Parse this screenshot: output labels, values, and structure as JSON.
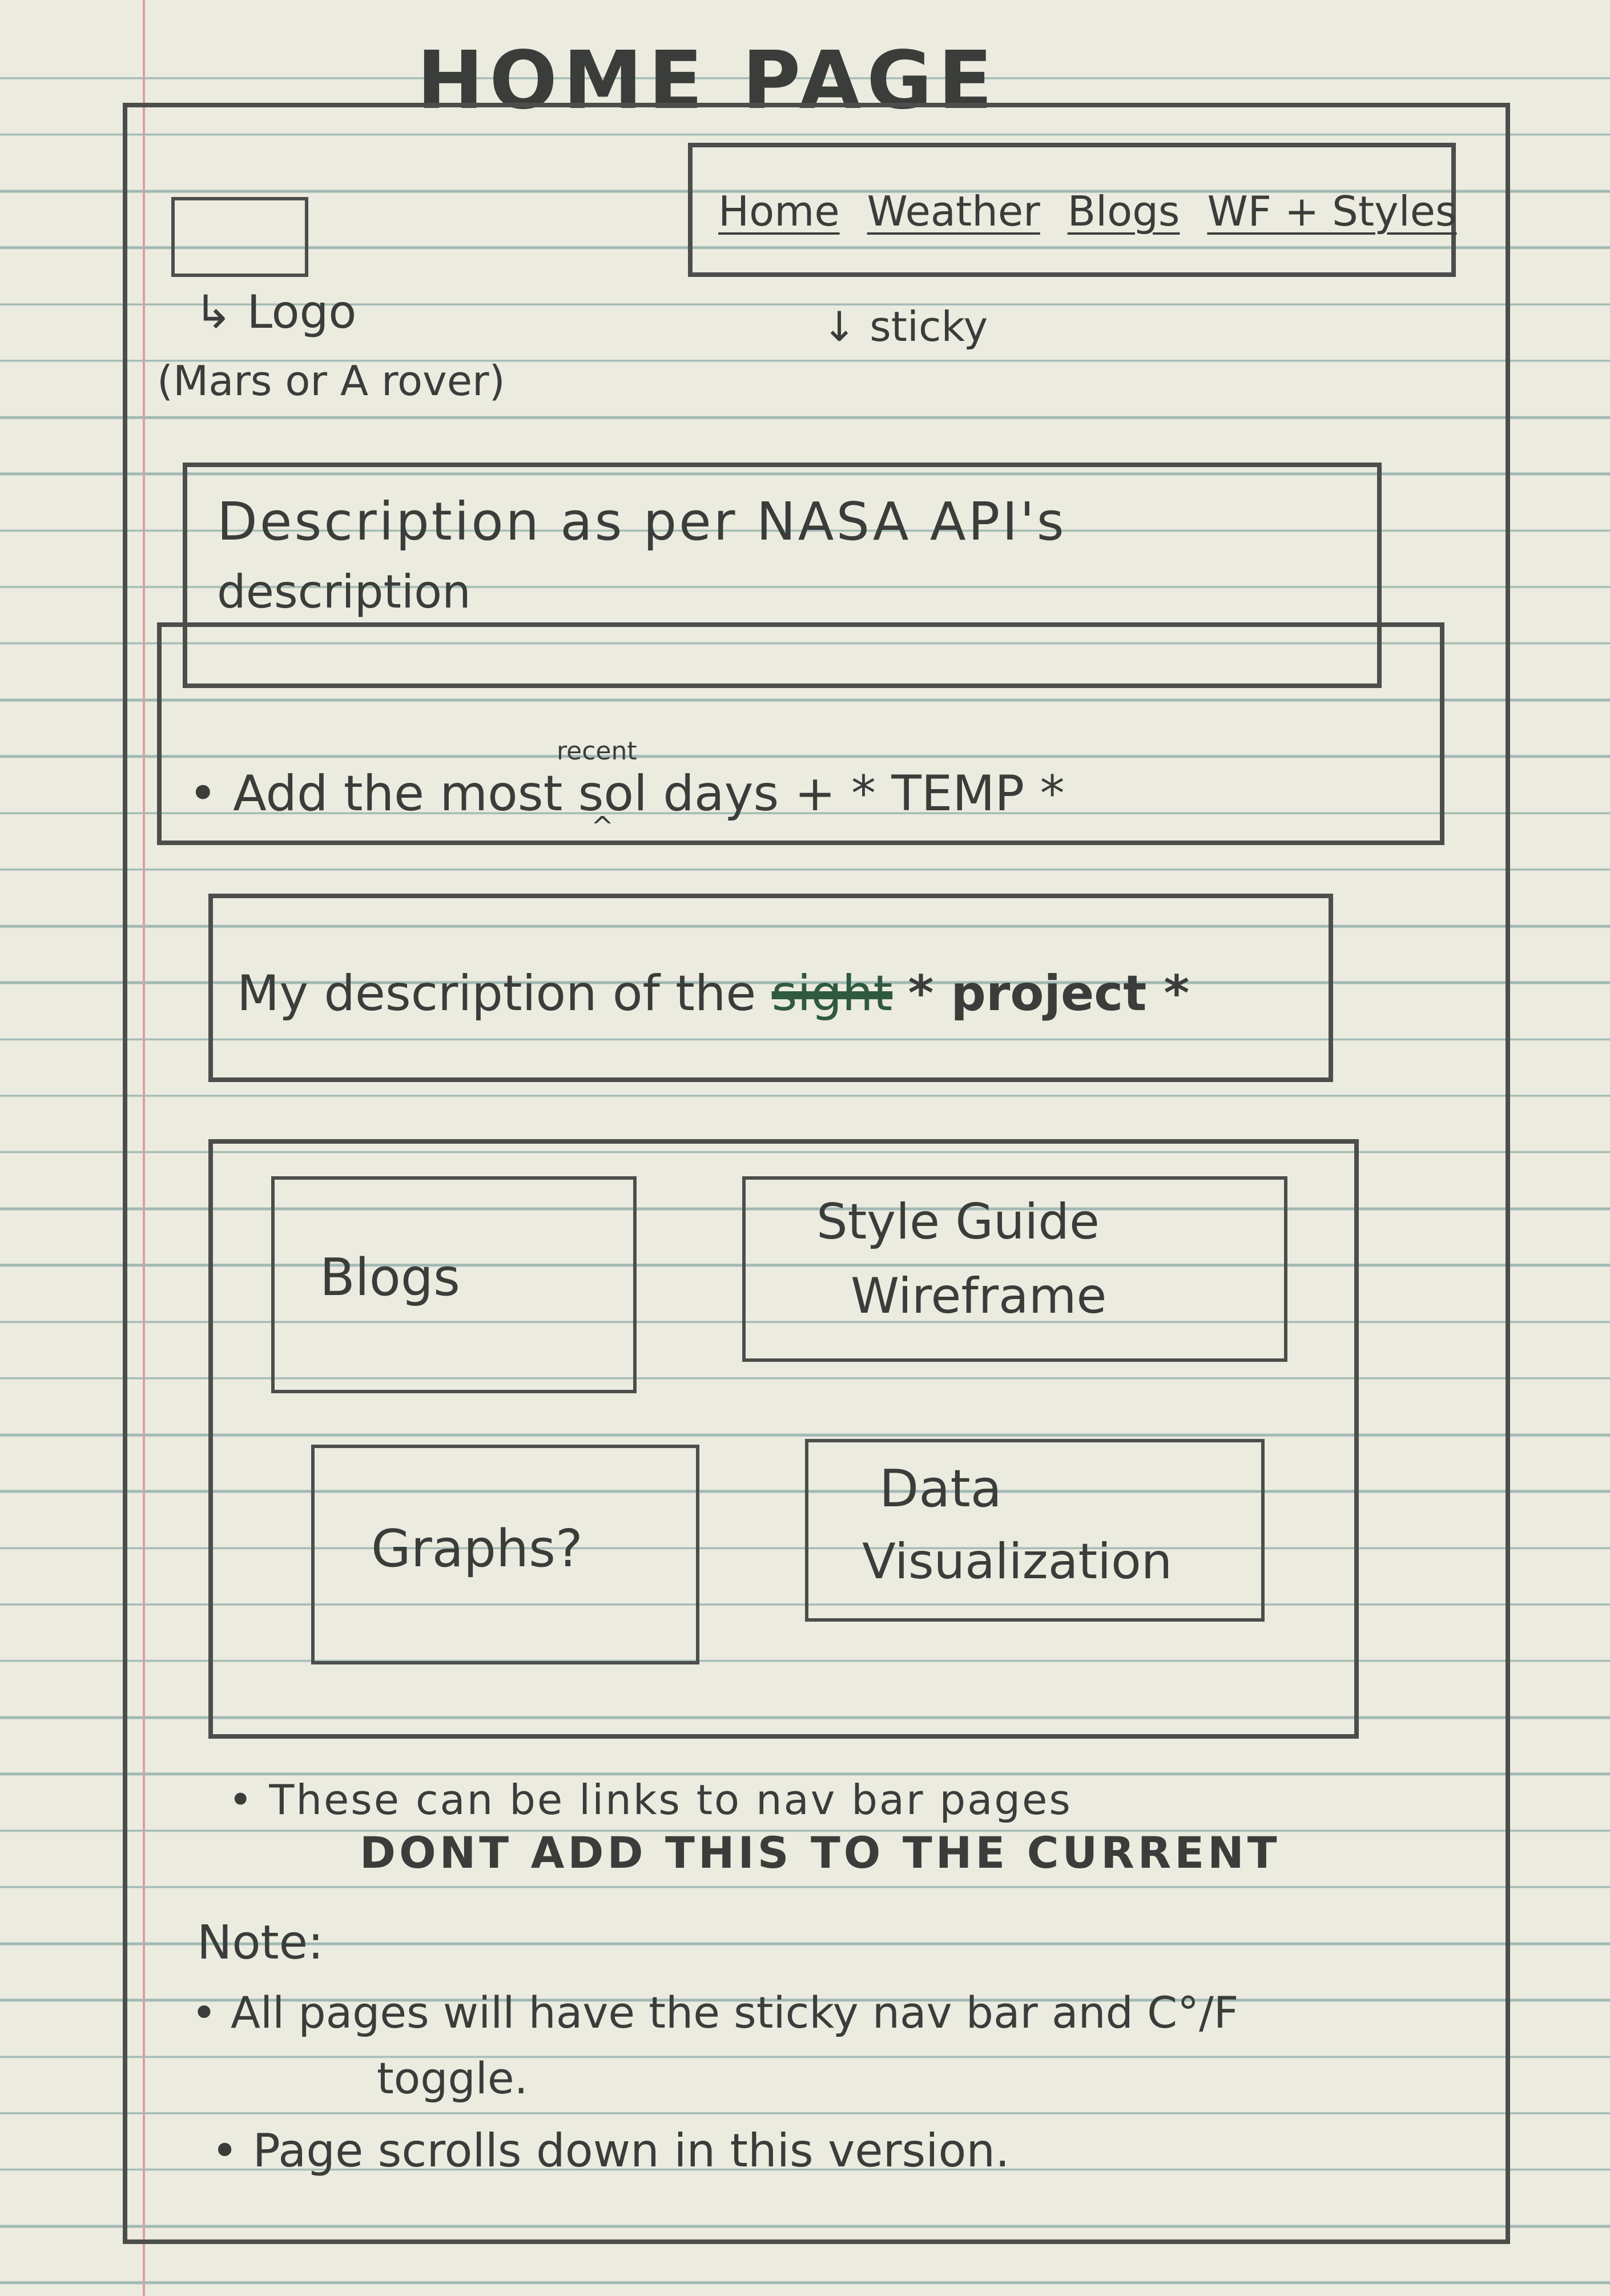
{
  "title": "HOME PAGE",
  "header": {
    "logo_label": "↳ Logo",
    "logo_note": "(Mars or A rover)",
    "nav_items": [
      "Home",
      "Weather",
      "Blogs",
      "WF + Styles"
    ],
    "sticky_note": "↓ sticky"
  },
  "api_description": {
    "text_line1": "Description as per NASA API's",
    "text_line2": "description"
  },
  "temp_section": {
    "insert_note": "recent",
    "caret": "^",
    "bullet": "• Add the most sol days + * TEMP *"
  },
  "project_description": {
    "text": "My description of the",
    "struck_word": "sight",
    "tail": "* project *"
  },
  "links_grid": {
    "cards": [
      {
        "line1": "Blogs",
        "line2": ""
      },
      {
        "line1": "Style Guide",
        "line2": "Wireframe"
      },
      {
        "line1": "Graphs?",
        "line2": ""
      },
      {
        "line1": "Data",
        "line2": "Visualization"
      }
    ],
    "note_line1": "• These can be links to nav bar pages",
    "note_line2": "DONT ADD THIS TO THE CURRENT"
  },
  "notes": {
    "heading": "Note:",
    "item1_line1": "• All pages will have the sticky nav bar and C°/F",
    "item1_line2": "toggle.",
    "item2": "• Page scrolls down in this version."
  }
}
